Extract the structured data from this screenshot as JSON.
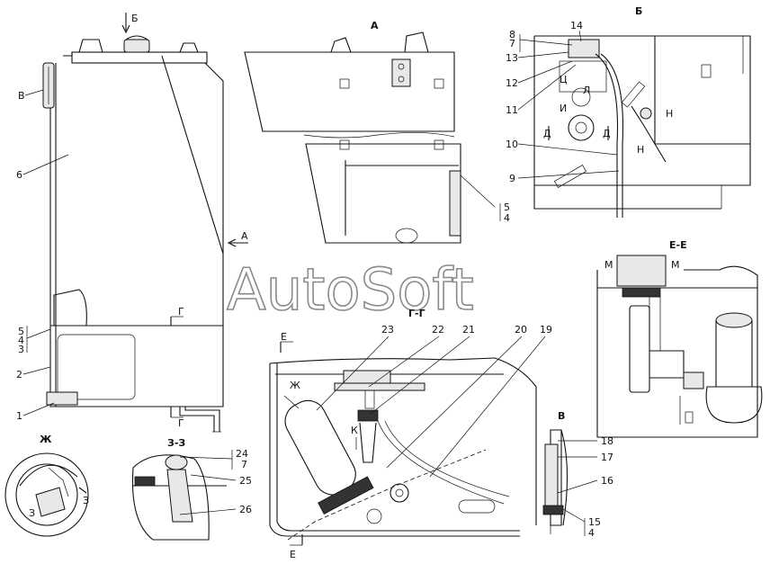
{
  "watermark": "AutoSoft",
  "view_titles": {
    "a": "А",
    "b": "Б",
    "v": "В",
    "g_g": "Г-Г",
    "e_e": "Е-Е",
    "zh": "Ж",
    "z_z": "З-З"
  },
  "section_marks": {
    "b_arrow": "Б",
    "v_left": "В",
    "a_arrow": "А",
    "g_upper": "Г",
    "g_lower": "Г",
    "e_upper": "Е",
    "e_lower": "Е",
    "zh_mark": "Ж",
    "k_mark": "К",
    "d_left": "Д",
    "d_right": "Д",
    "n_upper": "Н",
    "n_lower": "Н",
    "m_left": "М",
    "m_right": "М",
    "ts": "Ц",
    "l": "Л",
    "i": "И",
    "z1": "З",
    "z2": "З"
  },
  "callouts": {
    "c1": "1",
    "c2": "2",
    "c3": "3",
    "c4": "4",
    "c5": "5",
    "c6": "6",
    "c4b": "4",
    "c5b": "5",
    "c7": "7",
    "c8": "8",
    "c9": "9",
    "c10": "10",
    "c11": "11",
    "c12": "12",
    "c13": "13",
    "c14": "14",
    "c15": "15",
    "c4c": "4",
    "c16": "16",
    "c17": "17",
    "c18": "18",
    "c19": "19",
    "c20": "20",
    "c21": "21",
    "c22": "22",
    "c23": "23",
    "c24": "24",
    "c7b": "7",
    "c25": "25",
    "c26": "26"
  }
}
